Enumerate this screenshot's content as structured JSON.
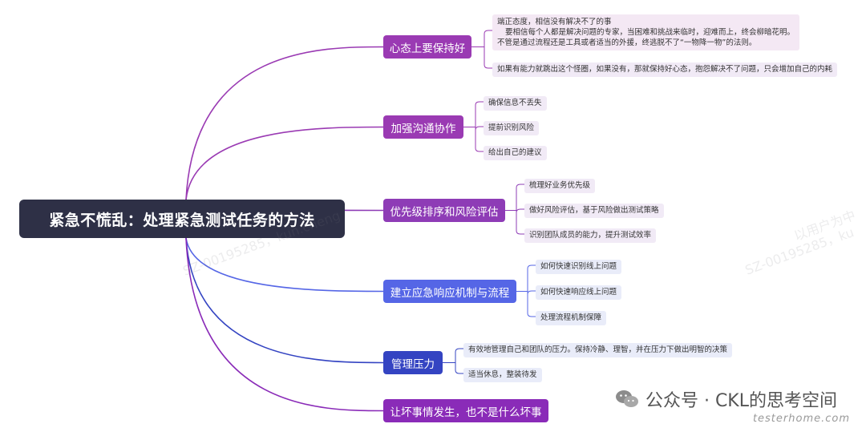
{
  "root": {
    "title": "紧急不慌乱：处理紧急测试任务的方法"
  },
  "branches": [
    {
      "label": "心态上要保持好",
      "color": "#9a3ab3",
      "leaves": [
        {
          "lines": [
            "端正态度，相信没有解决不了的事",
            "  要相信每个人都是解决问题的专家，当困难和挑战来临时，迎难而上，终会柳暗花明。",
            "不管是通过流程还是工具或者适当的外援，终逃脱不了“一物降一物”的法则。"
          ]
        },
        {
          "lines": [
            "如果有能力就跳出这个怪圈，如果没有，那就保持好心态，抱怨解决不了问题，只会增加自己的内耗"
          ]
        }
      ]
    },
    {
      "label": "加强沟通协作",
      "color": "#9a3ab3",
      "leaves": [
        {
          "lines": [
            "确保信息不丢失"
          ]
        },
        {
          "lines": [
            "提前识别风险"
          ]
        },
        {
          "lines": [
            "给出自己的建议"
          ]
        }
      ]
    },
    {
      "label": "优先级排序和风险评估",
      "color": "#8e3cb6",
      "leaves": [
        {
          "lines": [
            "梳理好业务优先级"
          ]
        },
        {
          "lines": [
            "做好风险评估，基于风险做出测试策略"
          ]
        },
        {
          "lines": [
            "识别团队成员的能力，提升测试效率"
          ]
        }
      ]
    },
    {
      "label": "建立应急响应机制与流程",
      "color": "#5566e6",
      "leaves": [
        {
          "lines": [
            "如何快速识别线上问题"
          ]
        },
        {
          "lines": [
            "如何快速响应线上问题"
          ]
        },
        {
          "lines": [
            "处理流程机制保障"
          ]
        }
      ]
    },
    {
      "label": "管理压力",
      "color": "#3444c2",
      "leaves": [
        {
          "lines": [
            "有效地管理自己和团队的压力。保持冷静、理智，并在压力下做出明智的决策"
          ]
        },
        {
          "lines": [
            "适当休息，整装待发"
          ]
        }
      ]
    },
    {
      "label": "让坏事情发生，也不是什么坏事",
      "color": "#8a2bb8",
      "leaves": []
    }
  ],
  "watermarks": [
    "以用户为中",
    "SZ-00195285，ku",
    "SZ-00195285，kun.cheng"
  ],
  "footer": {
    "text": "公众号 · CKL的思考空间",
    "site": "testerhome.com",
    "icon": "wechat-icon"
  }
}
